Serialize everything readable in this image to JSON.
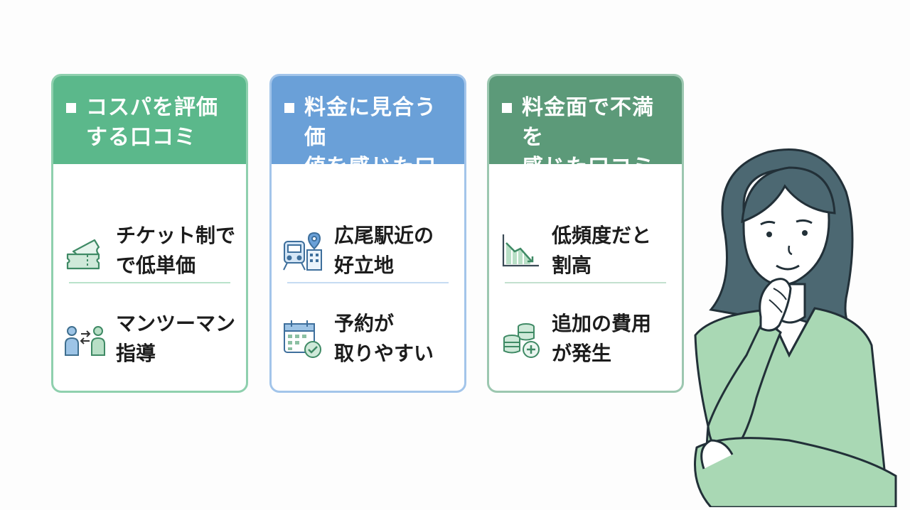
{
  "colors": {
    "green": "#5bb88b",
    "blue": "#6aa0d8",
    "darkgreen": "#5c9a79"
  },
  "cards": [
    {
      "title": "コスパを評価\nする口コミ",
      "items": [
        {
          "icon": "ticket-icon",
          "text": "チケット制で\nで低単価"
        },
        {
          "icon": "one-to-one-icon",
          "text": "マンツーマン\n指導"
        }
      ]
    },
    {
      "title": "料金に見合う価\n値を感じた口コミ",
      "items": [
        {
          "icon": "station-location-icon",
          "text": "広尾駅近の\n好立地"
        },
        {
          "icon": "calendar-check-icon",
          "text": "予約が\n取りやすい"
        }
      ]
    },
    {
      "title": "料金面で不満を\n感じた口コミ",
      "items": [
        {
          "icon": "downtrend-chart-icon",
          "text": "低頻度だと\n割高"
        },
        {
          "icon": "coins-plus-icon",
          "text": "追加の費用\nが発生"
        }
      ]
    }
  ]
}
